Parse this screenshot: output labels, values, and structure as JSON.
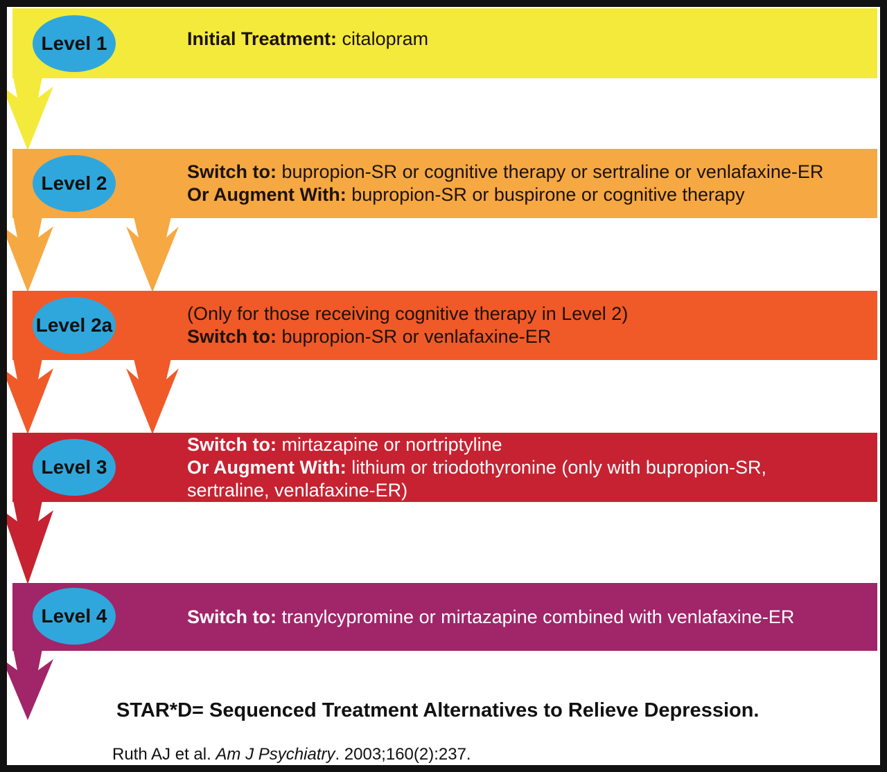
{
  "diagram": {
    "title_hidden": "",
    "badge_color": "#2FA7DC",
    "border_color": "#111111",
    "background_color": "#FFFFFF",
    "levels": [
      {
        "badge": "Level 1",
        "band_color": "#F3EA3B",
        "text_color": "#1C1208",
        "arrows_below": 1,
        "lines": [
          {
            "label": "Initial Treatment:",
            "rest": " citalopram"
          }
        ]
      },
      {
        "badge": "Level 2",
        "band_color": "#F6A843",
        "text_color": "#1C1208",
        "arrows_below": 2,
        "lines": [
          {
            "label": "Switch to:",
            "rest": " bupropion-SR or cognitive therapy or sertraline or venlafaxine-ER"
          },
          {
            "label": "Or Augment With:",
            "rest": " bupropion-SR or buspirone or cognitive therapy"
          }
        ]
      },
      {
        "badge": "Level 2a",
        "band_color": "#F05A28",
        "text_color": "#1C1208",
        "arrows_below": 2,
        "lines": [
          {
            "label": "",
            "rest": "(Only for those receiving cognitive therapy in Level 2)"
          },
          {
            "label": "Switch to:",
            "rest": " bupropion-SR or venlafaxine-ER"
          }
        ]
      },
      {
        "badge": "Level 3",
        "band_color": "#C62231",
        "text_color": "#FFFFFF",
        "arrows_below": 1,
        "lines": [
          {
            "label": "Switch to:",
            "rest": " mirtazapine or nortriptyline"
          },
          {
            "label": "Or Augment With:",
            "rest": " lithium or triodothyronine (only with bupropion-SR,"
          },
          {
            "label": "",
            "rest": "sertraline, venlafaxine-ER)"
          }
        ]
      },
      {
        "badge": "Level 4",
        "band_color": "#A12569",
        "text_color": "#FFFFFF",
        "arrows_below": 1,
        "lines": [
          {
            "label": "Switch to:",
            "rest": " tranylcypromine or mirtazapine combined with venlafaxine-ER"
          }
        ]
      }
    ],
    "footer": {
      "acronym_line": "STAR*D= Sequenced Treatment Alternatives to Relieve Depression.",
      "citation_prefix": "Ruth AJ et al. ",
      "citation_journal": "Am J Psychiatry",
      "citation_suffix": ". 2003;160(2):237."
    }
  }
}
